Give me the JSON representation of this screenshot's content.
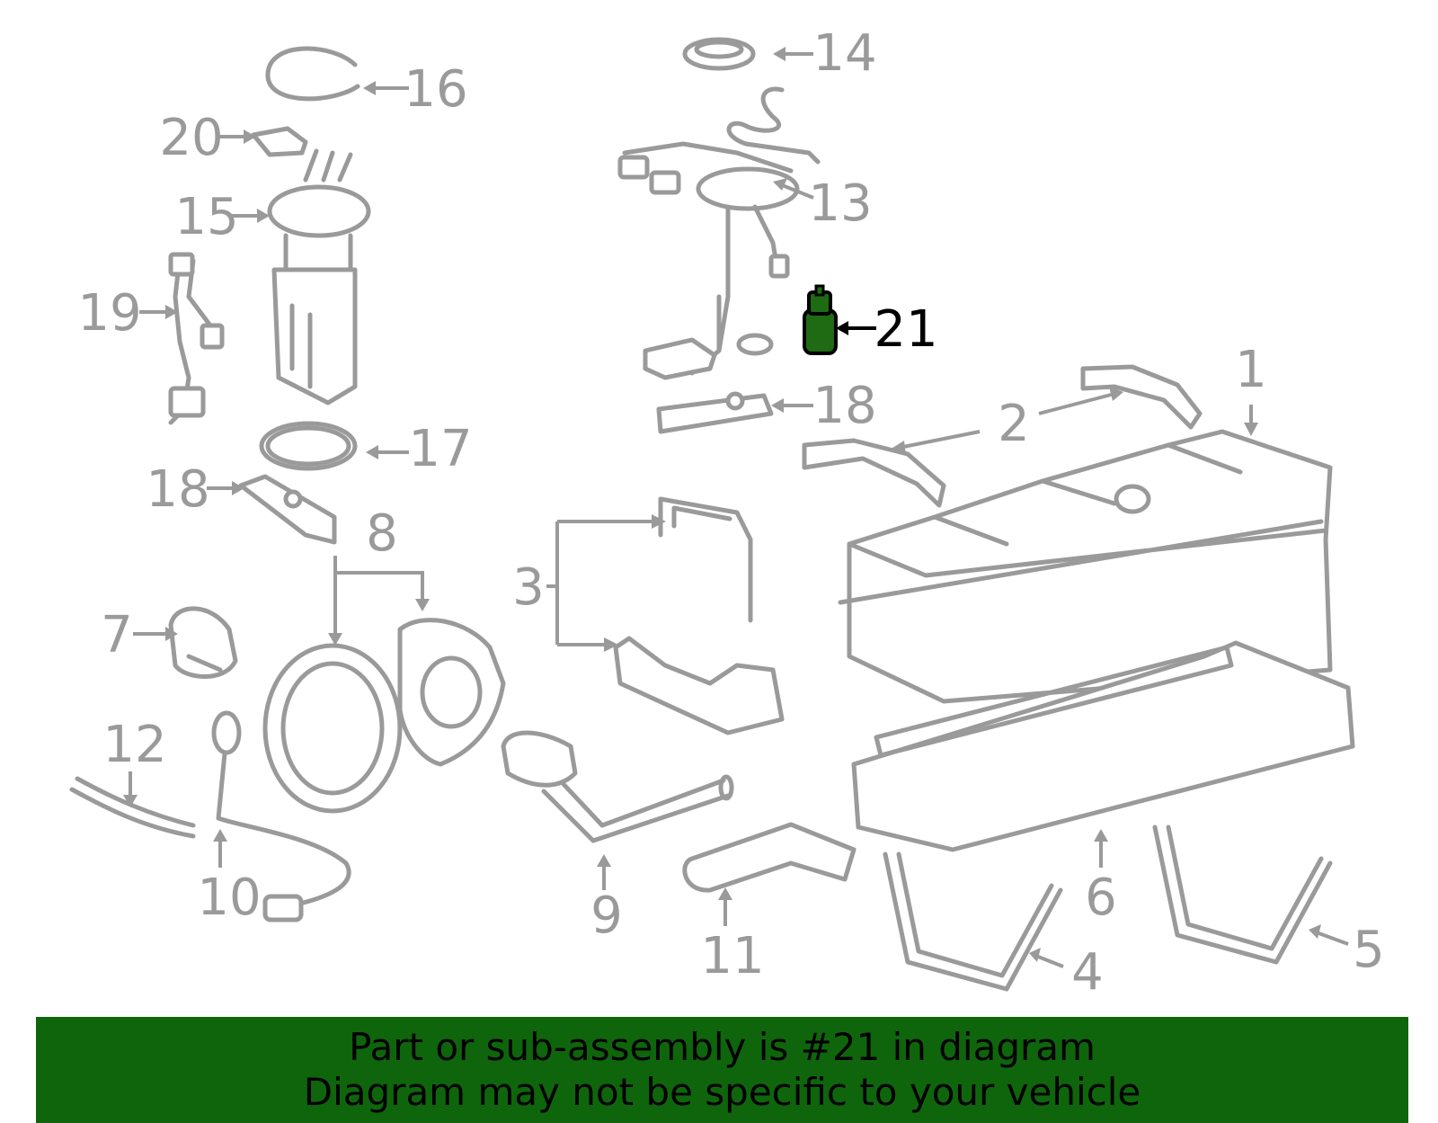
{
  "callouts": [
    {
      "label": "1"
    },
    {
      "label": "2"
    },
    {
      "label": "3"
    },
    {
      "label": "4"
    },
    {
      "label": "5"
    },
    {
      "label": "6"
    },
    {
      "label": "7"
    },
    {
      "label": "8"
    },
    {
      "label": "9"
    },
    {
      "label": "10"
    },
    {
      "label": "11"
    },
    {
      "label": "12"
    },
    {
      "label": "13"
    },
    {
      "label": "14"
    },
    {
      "label": "15"
    },
    {
      "label": "16"
    },
    {
      "label": "17"
    },
    {
      "label": "18"
    },
    {
      "label": "18"
    },
    {
      "label": "19"
    },
    {
      "label": "20"
    },
    {
      "label": "21"
    }
  ],
  "highlight": {
    "part_number": "21",
    "color": "#1e6b14"
  },
  "colors": {
    "lineart": "#9a9a9a",
    "banner": "#0f650b",
    "banner_text": "#000000"
  },
  "banner": {
    "line1": "Part or sub-assembly is #21 in diagram",
    "line2": "Diagram may not be specific to your vehicle"
  }
}
